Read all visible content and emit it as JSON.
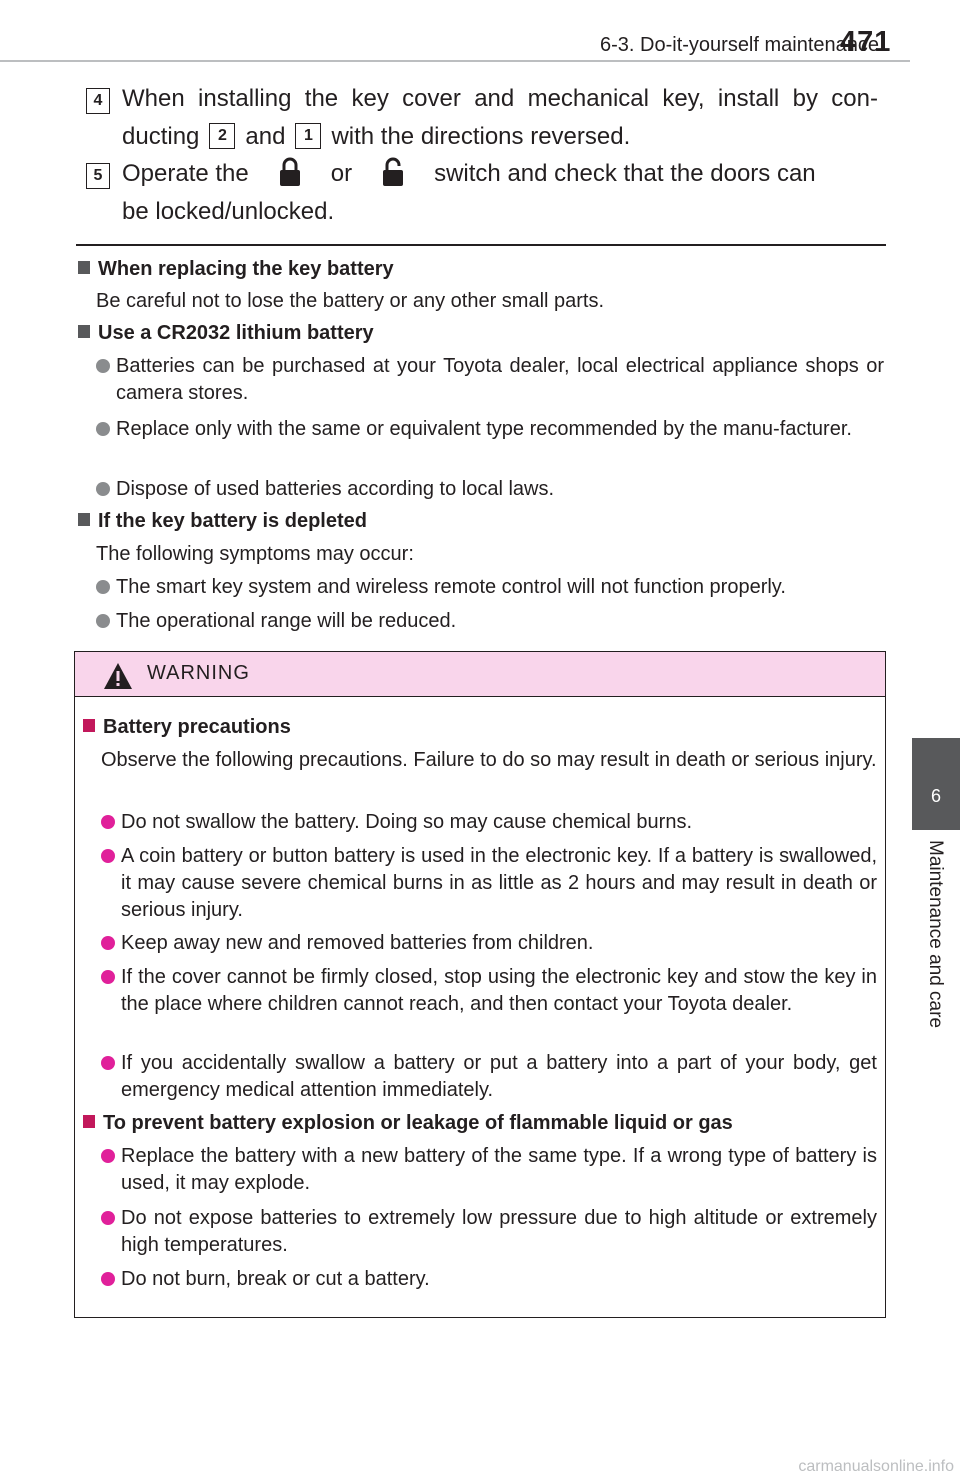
{
  "header": {
    "section": "6-3. Do-it-yourself maintenance",
    "page_number": "471"
  },
  "side_tab": {
    "chapter_number": "6",
    "chapter_title": "Maintenance and care"
  },
  "steps": {
    "step4": {
      "number": "4",
      "text_a": "When installing the key cover and mechanical key, install by con-",
      "text_b1": "ducting",
      "ref1": "2",
      "text_b2": "and",
      "ref2": "1",
      "text_b3": "with the directions reversed."
    },
    "step5": {
      "number": "5",
      "text_a1": "Operate the",
      "text_a2": "or",
      "text_a3": "switch and check that the doors can",
      "text_b": "be locked/unlocked."
    }
  },
  "notes": {
    "replacing": {
      "title": "When replacing the key battery",
      "body": "Be careful not to lose the battery or any other small parts."
    },
    "cr2032": {
      "title": "Use a CR2032 lithium battery",
      "bullets": [
        "Batteries can be purchased at your Toyota dealer, local electrical appliance shops or camera stores.",
        "Replace only with the same or equivalent type recommended by the manu-facturer.",
        "Dispose of used batteries according to local laws."
      ]
    },
    "depleted": {
      "title": "If the key battery is depleted",
      "body": "The following symptoms may occur:",
      "bullets": [
        "The smart key system and wireless remote control will not function properly.",
        "The operational range will be reduced."
      ]
    }
  },
  "warning": {
    "label": "WARNING",
    "precautions": {
      "title": "Battery precautions",
      "body": "Observe the following precautions. Failure to do so may result in death or serious injury.",
      "bullets": [
        "Do not swallow the battery. Doing so may cause chemical burns.",
        "A coin battery or button battery is used in the electronic key. If a battery is swallowed, it may cause severe chemical burns in as little as 2 hours and may result in death or serious injury.",
        "Keep away new and removed batteries from children.",
        "If the cover cannot be firmly closed, stop using the electronic key and stow the key in the place where children cannot reach, and then contact your Toyota dealer.",
        "If you accidentally swallow a battery or put a battery into a part of your body, get emergency medical attention immediately."
      ]
    },
    "explosion": {
      "title": "To prevent battery explosion or leakage of flammable liquid or gas",
      "bullets": [
        "Replace the battery with a new battery of the same type. If a wrong type of battery is used, it may explode.",
        "Do not expose batteries to extremely low pressure due to high altitude or extremely high temperatures.",
        "Do not burn, break or cut a battery."
      ]
    }
  },
  "footer": {
    "watermark": "carmanualsonline.info"
  }
}
